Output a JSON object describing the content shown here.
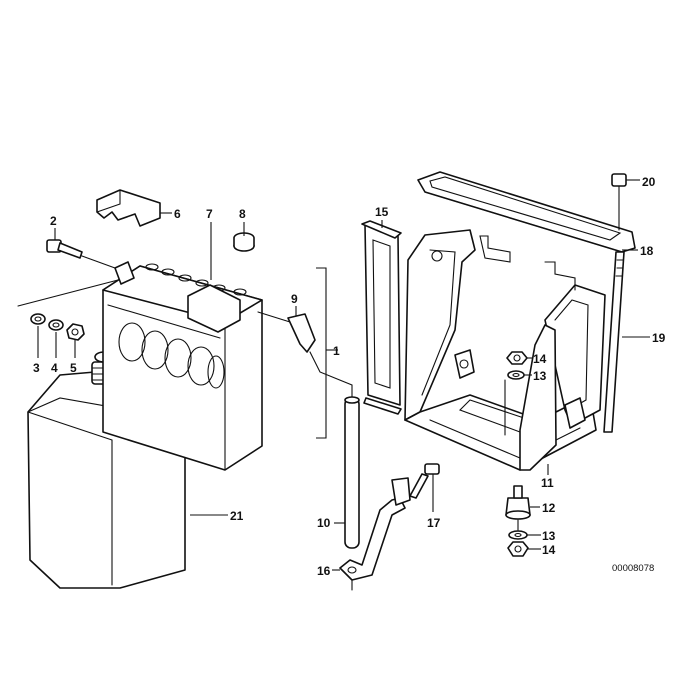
{
  "callouts": [
    "1",
    "2",
    "3",
    "4",
    "5",
    "6",
    "7",
    "8",
    "9",
    "10",
    "11",
    "12",
    "13",
    "13",
    "14",
    "14",
    "15",
    "16",
    "17",
    "18",
    "19",
    "20",
    "21"
  ],
  "reference_number": "00008078"
}
